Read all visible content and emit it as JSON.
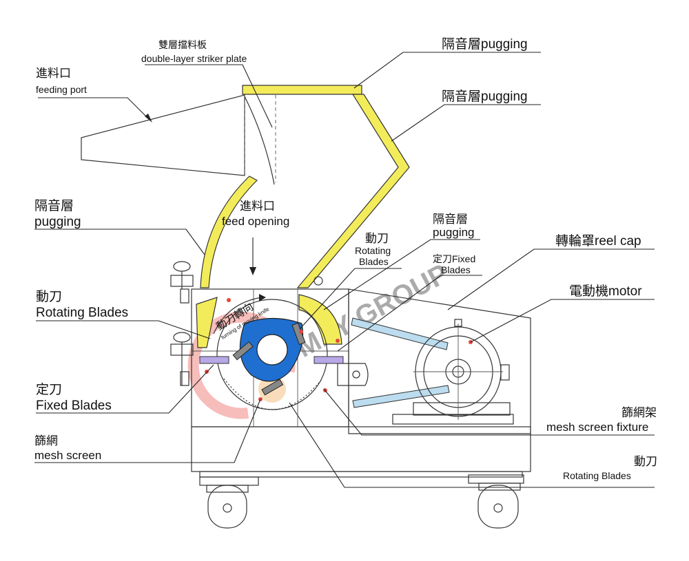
{
  "labels": {
    "feeding_port_zh": "進料口",
    "feeding_port_en": "feeding port",
    "striker_zh": "雙層擋料板",
    "striker_en": "double-layer striker plate",
    "pugging_top1": "隔音層pugging",
    "pugging_top2": "隔音層pugging",
    "pugging_left_zh": "隔音層",
    "pugging_left_en": "pugging",
    "feed_opening_zh": "進料口",
    "feed_opening_en": "feed opening",
    "pugging_mid_zh": "隔音層",
    "pugging_mid_en": "pugging",
    "rotating_mid_zh": "動刀",
    "rotating_mid_en1": "Rotating",
    "rotating_mid_en2": "Blades",
    "fixed_mid_zh": "定刀Fixed",
    "fixed_mid_en": "Blades",
    "reel_cap": "轉輪罩reel cap",
    "motor": "電動機motor",
    "rotating_left_zh": "動刀",
    "rotating_left_en": "Rotating Blades",
    "fixed_left_zh": "定刀",
    "fixed_left_en": "Fixed Blades",
    "mesh_left_zh": "篩網",
    "mesh_left_en": "mesh screen",
    "mesh_fixture_zh": "篩網架",
    "mesh_fixture_en": "mesh screen fixture",
    "rotating_right_zh": "動刀",
    "rotating_right_en": "Rotating Blades",
    "rotation_zh": "動刀轉向",
    "rotation_en": "turning of moving knife"
  },
  "colors": {
    "pugging": "#f3ec5a",
    "rotor": "#1f6fd0",
    "belt": "#bcdcef",
    "watermark": "#e8453c"
  }
}
